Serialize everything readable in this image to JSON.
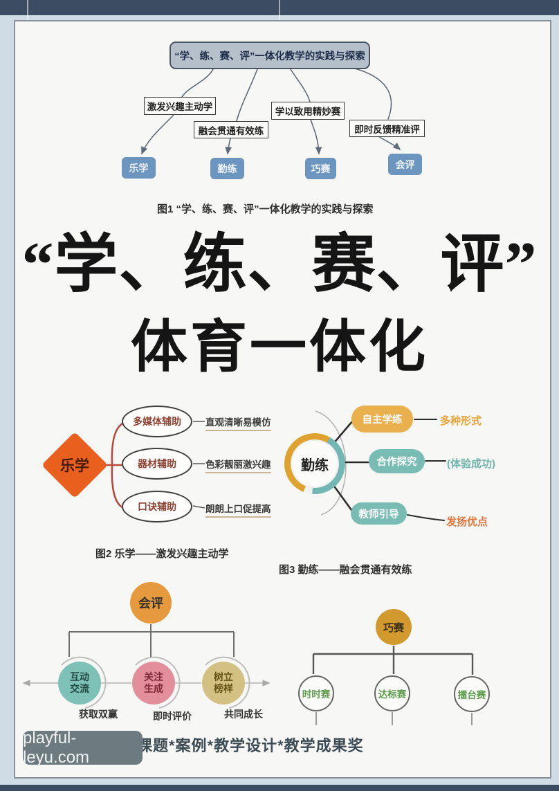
{
  "figure1": {
    "title": "“学、练、赛、评”一体化教学的实践与探索",
    "branches": [
      {
        "label": "激发兴趣主动学",
        "node": "乐学"
      },
      {
        "label": "融会贯通有效练",
        "node": "勤练"
      },
      {
        "label": "学以致用精妙赛",
        "node": "巧赛"
      },
      {
        "label": "即时反馈精准评",
        "node": "会评"
      }
    ],
    "caption": "图1 “学、练、赛、评”一体化教学的实践与探索"
  },
  "headline": {
    "line1": "“学、练、赛、评”",
    "line2": "体育一体化"
  },
  "figure2": {
    "root": "乐学",
    "items": [
      {
        "node": "多媒体辅助",
        "desc": "直观清晰易模仿"
      },
      {
        "node": "器材辅助",
        "desc": "色彩靓丽激兴趣"
      },
      {
        "node": "口诀辅助",
        "desc": "朗朗上口促提高"
      }
    ],
    "caption": "图2 乐学——激发兴趣主动学"
  },
  "figure3": {
    "root": "勤练",
    "items": [
      {
        "node": "自主学练",
        "desc": "多种形式"
      },
      {
        "node": "合作探究",
        "desc": "(体验成功)"
      },
      {
        "node": "教师引导",
        "desc": "发扬优点"
      }
    ],
    "caption": "图3 勤练——融会贯通有效练"
  },
  "figure4": {
    "root": "会评",
    "items": [
      {
        "node": "互动交流",
        "desc": "获取双赢"
      },
      {
        "node": "关注生成",
        "desc": "即时评价"
      },
      {
        "node": "树立榜样",
        "desc": "共同成长"
      }
    ]
  },
  "figure5": {
    "root": "巧赛",
    "items": [
      {
        "node": "时时赛"
      },
      {
        "node": "达标赛"
      },
      {
        "node": "擂台赛"
      }
    ]
  },
  "footer": {
    "text": "课题*案例*教学设计*教学成果奖"
  },
  "watermark": {
    "text": "playful-leyu.com"
  },
  "colors": {
    "frame_bar": "#3c4c62",
    "node_blue": "#6c95c0",
    "diamond_orange": "#e85f1e",
    "ring_orange": "#dfa22e",
    "ring_teal": "#73b7b5",
    "pill_orange": "#e9b04d",
    "pill_teal": "#78bcb3",
    "circle_orange": "#e69a3d",
    "circle_teal": "#7dc1b7",
    "circle_pink": "#e28e9b",
    "circle_khaki": "#d3c183",
    "circle_gold": "#d1992e",
    "race_text_green": "#5d9c4b",
    "watermark_bg": "#6d7a80"
  }
}
